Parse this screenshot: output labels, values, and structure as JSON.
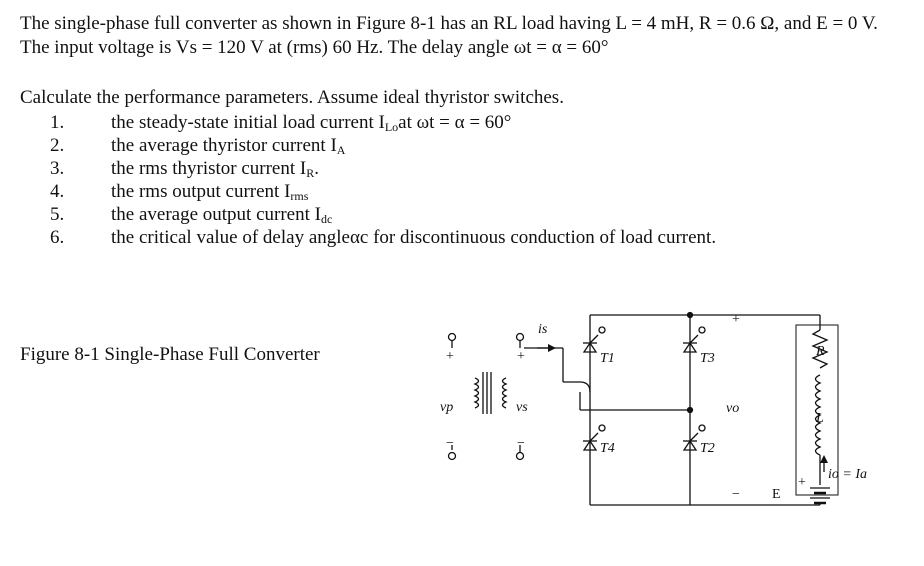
{
  "problem": {
    "intro": "The single-phase full converter as shown in Figure 8-1 has an RL load having L = 4 mH, R = 0.6 Ω, and E = 0 V. The input voltage is Vs = 120 V at (rms) 60 Hz. The delay angle ωt = α = 60°",
    "instruction": "Calculate the performance parameters. Assume ideal thyristor switches.",
    "items": [
      {
        "num": "1.",
        "text": "the steady-state initial load current I",
        "sub": "Lo",
        "after": "at ωt = α = 60°"
      },
      {
        "num": "2.",
        "text": "the average thyristor current I",
        "sub": "A",
        "after": ""
      },
      {
        "num": "3.",
        "text": "the rms thyristor current I",
        "sub": "R",
        "after": "."
      },
      {
        "num": "4.",
        "text": "the rms output current I",
        "sub": "rms",
        "after": ""
      },
      {
        "num": "5.",
        "text": "the average output current I",
        "sub": "dc",
        "after": ""
      },
      {
        "num": "6.",
        "text": "the critical value of delay angleαc for discontinuous conduction of load current.",
        "sub": "",
        "after": ""
      }
    ],
    "figure_caption": "Figure 8-1 Single-Phase Full Converter"
  },
  "circuit": {
    "labels": {
      "vp": "vp",
      "vs": "vs",
      "is": "is",
      "t1": "T1",
      "t2": "T2",
      "t3": "T3",
      "t4": "T4",
      "vo": "vo",
      "r": "R",
      "l": "L",
      "io": "io = Ia",
      "e": "E",
      "plus": "+",
      "minus": "−"
    }
  }
}
